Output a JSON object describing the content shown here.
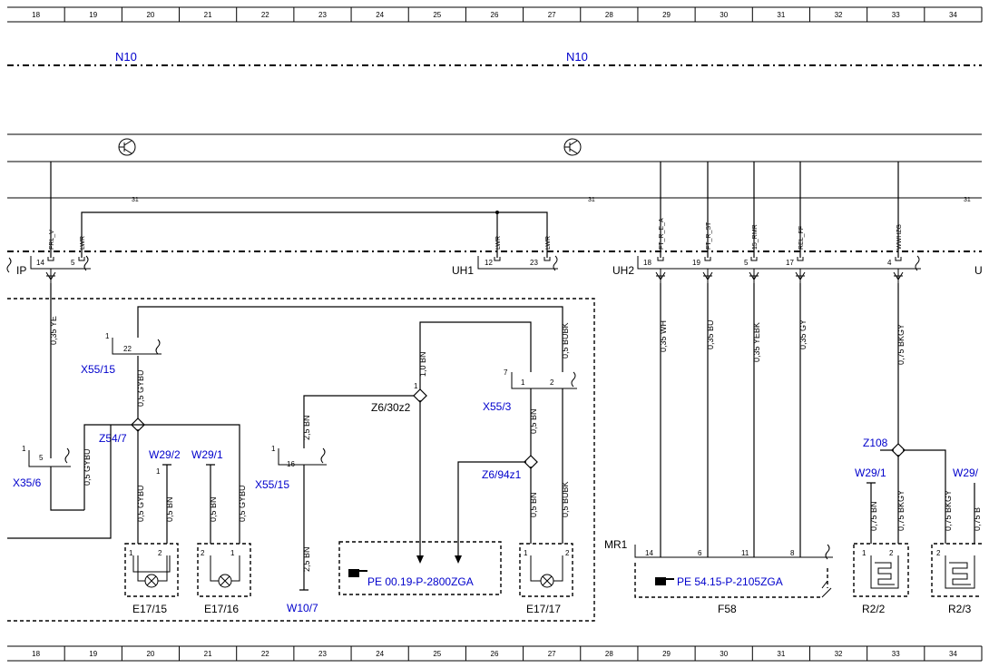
{
  "grid": {
    "columns": [
      "18",
      "19",
      "20",
      "21",
      "22",
      "23",
      "24",
      "25",
      "26",
      "27",
      "28",
      "29",
      "30",
      "31",
      "32",
      "33",
      "34"
    ]
  },
  "modules": {
    "left": "N10",
    "right": "N10"
  },
  "ground_ref": "31",
  "connectors": {
    "ip": "IP",
    "uh1": "UH1",
    "uh2": "UH2",
    "u": "U",
    "mr1": "MR1",
    "x55_15_top": "X55/15",
    "x55_15_bot": "X55/15",
    "x35_6": "X35/6",
    "z54_7": "Z54/7",
    "w29_2": "W29/2",
    "w29_1": "W29/1",
    "z6_30z2": "Z6/30z2",
    "x55_3": "X55/3",
    "z6_94z1": "Z6/94z1",
    "w10_7": "W10/7",
    "z108": "Z108",
    "w29_1_right": "W29/1",
    "w29_cut": "W29/"
  },
  "signals": {
    "frl_v": "FRL_V",
    "lwr": "LWR",
    "ft_r_e_a": "FT_R_E_A",
    "ft_r_st": "FT_R_ST",
    "15_rmr": "15_RMR",
    "rel_ff": "REL_FF",
    "wwhzg": "WWHZG"
  },
  "pins": {
    "ip_14": "14",
    "ip_5": "5",
    "uh1_12": "12",
    "uh1_23": "23",
    "uh2_18": "18",
    "uh2_19": "19",
    "uh2_5": "5",
    "uh2_17": "17",
    "uh2_4": "4",
    "x55_15_22": "22",
    "x55_15_1": "1",
    "x35_6_5": "5",
    "x35_6_1": "1",
    "w29_2_1": "1",
    "z6_30z2_1": "1",
    "x55_3_7": "7",
    "x55_3_1": "1",
    "x55_3_2": "2",
    "x55_15b_16": "16",
    "x55_15b_1": "1",
    "e1715_1": "1",
    "e1715_2": "2",
    "e1716_2": "2",
    "e1716_1": "1",
    "e1717_1": "1",
    "e1717_2": "2",
    "f58_14": "14",
    "f58_6": "6",
    "f58_11": "11",
    "f58_8": "8",
    "r22_1": "1",
    "r22_2": "2",
    "r23_2": "2"
  },
  "wires": {
    "w035ye": "0,35 YE",
    "w05gybu_a": "0,5 GYBU",
    "w05gybu_x35": "0,5 GYBU",
    "w05gybu_e1715": "0,5 GYBU",
    "w05bn_e1715": "0,5 BN",
    "w05bn_e1716": "0,5 BN",
    "w05gybu_e1716": "0,5 GYBU",
    "w25bn_top": "2,5 BN",
    "w25bn_bot": "2,5 BN",
    "w10bn": "1,0 BN",
    "w05bubk_top": "0,5 BUBK",
    "w05bn_x553": "0,5 BN",
    "w05bn_e1717": "0,5 BN",
    "w05bubk_e1717": "0,5 BUBK",
    "w035wh": "0,35 WH",
    "w035bu": "0,35 BU",
    "w035yebk": "0,35 YEBK",
    "w035gy": "0,35 GY",
    "w075bkgy": "0,75 BKGY",
    "w075bn_r22": "0,75 BN",
    "w075bkgy_r22": "0,75 BKGY",
    "w075bkgy_r23": "0,75 BKGY",
    "w075b_cut": "0,75 B"
  },
  "components": {
    "e17_15": "E17/15",
    "e17_16": "E17/16",
    "e17_17": "E17/17",
    "f58": "F58",
    "r2_2": "R2/2",
    "r2_3": "R2/3"
  },
  "references": {
    "ref_pe00": "PE 00.19-P-2800ZGA",
    "ref_pe54": "PE 54.15-P-2105ZGA"
  },
  "icons": {
    "transistor": "transistor-symbol",
    "ref_pointer": "hand-pointer-icon",
    "lamp": "lamp-symbol",
    "heater": "heater-element-symbol"
  }
}
